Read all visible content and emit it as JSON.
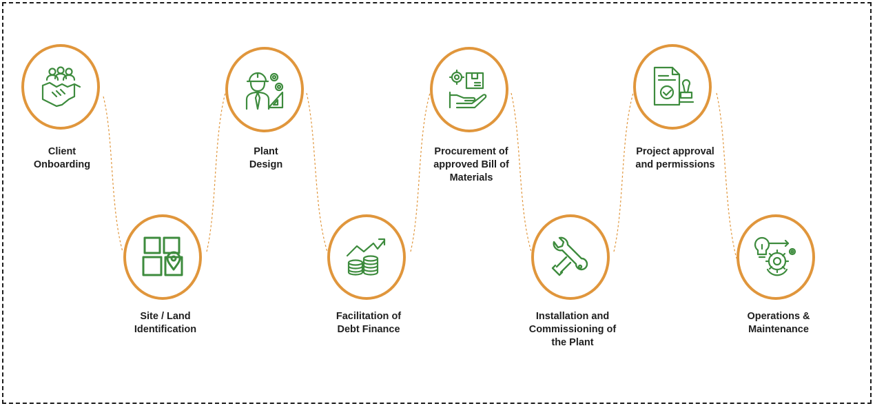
{
  "steps": [
    {
      "label": "Client\nOnboarding",
      "icon": "handshake-icon"
    },
    {
      "label": "Site / Land\nIdentification",
      "icon": "map-pin-icon"
    },
    {
      "label": "Plant\nDesign",
      "icon": "engineer-icon"
    },
    {
      "label": "Facilitation of\nDebt Finance",
      "icon": "coins-growth-icon"
    },
    {
      "label": "Procurement of\napproved Bill of\nMaterials",
      "icon": "procurement-icon"
    },
    {
      "label": "Installation and\nCommissioning of\nthe Plant",
      "icon": "wrench-icon"
    },
    {
      "label": "Project approval\nand permissions",
      "icon": "approval-document-icon"
    },
    {
      "label": "Operations &\nMaintenance",
      "icon": "gear-bulb-icon"
    }
  ],
  "colors": {
    "circle_border": "#e0963c",
    "icon": "#3d8b3d",
    "connector": "#e0963c"
  }
}
